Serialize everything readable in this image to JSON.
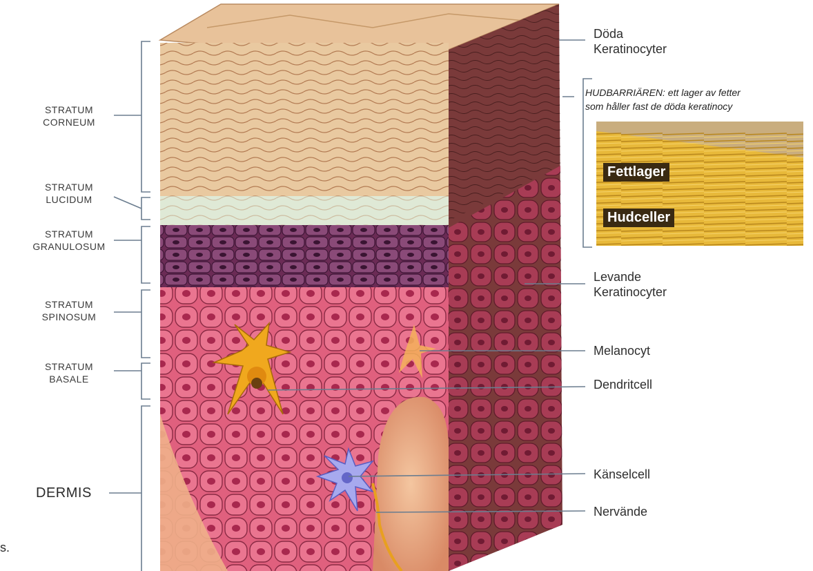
{
  "layers": [
    {
      "line1": "STRATUM",
      "line2": "CORNEUM"
    },
    {
      "line1": "STRATUM",
      "line2": "LUCIDUM"
    },
    {
      "line1": "STRATUM",
      "line2": "GRANULOSUM"
    },
    {
      "line1": "STRATUM",
      "line2": "SPINOSUM"
    },
    {
      "line1": "STRATUM",
      "line2": "BASALE"
    }
  ],
  "dermis": "DERMIS",
  "right_labels": {
    "dead": {
      "line1": "Döda",
      "line2": "Keratinocyter"
    },
    "living": {
      "line1": "Levande",
      "line2": "Keratinocyter"
    },
    "melanocyte": "Melanocyt",
    "dendritic": "Dendritcell",
    "sensory": "Känselcell",
    "nerve": "Nervände"
  },
  "barrier": {
    "line1": "HUDBARRIÄREN: ett lager av fetter",
    "line2": "som håller fast de döda keratinocy",
    "fat_label": "Fettlager",
    "cell_label": "Hudceller"
  },
  "edge_fragment": "s.",
  "colors": {
    "corneum": "#e9c9a0",
    "lucidum": "#dfe9d6",
    "granulosum": "#6b2b55",
    "spinosum": "#e0607e",
    "dermis": "#f0b089",
    "side_face": "#7a3a3a",
    "fat_layer": "#e8b93a",
    "bracket": "#6b7d8f"
  }
}
